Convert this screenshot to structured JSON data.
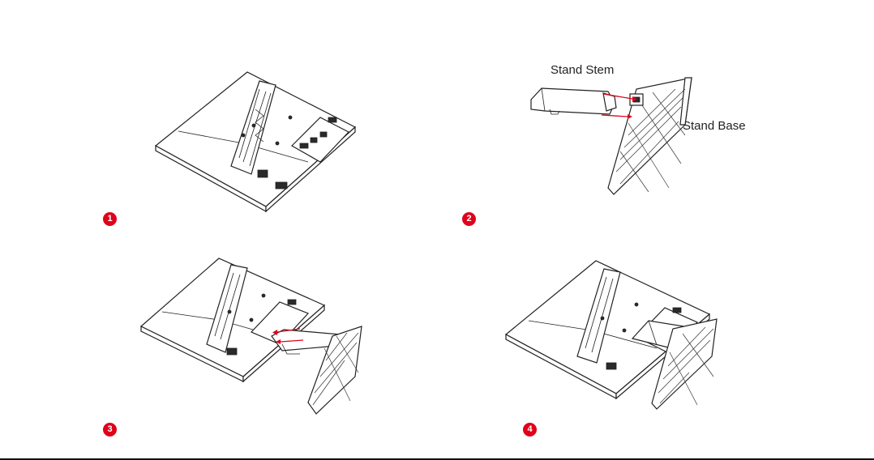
{
  "steps": [
    {
      "number": "1"
    },
    {
      "number": "2"
    },
    {
      "number": "3"
    },
    {
      "number": "4"
    }
  ],
  "callouts": {
    "stand_stem": "Stand Stem",
    "stand_base": "Stand Base"
  },
  "colors": {
    "accent": "#e0001b",
    "line": "#222222"
  }
}
